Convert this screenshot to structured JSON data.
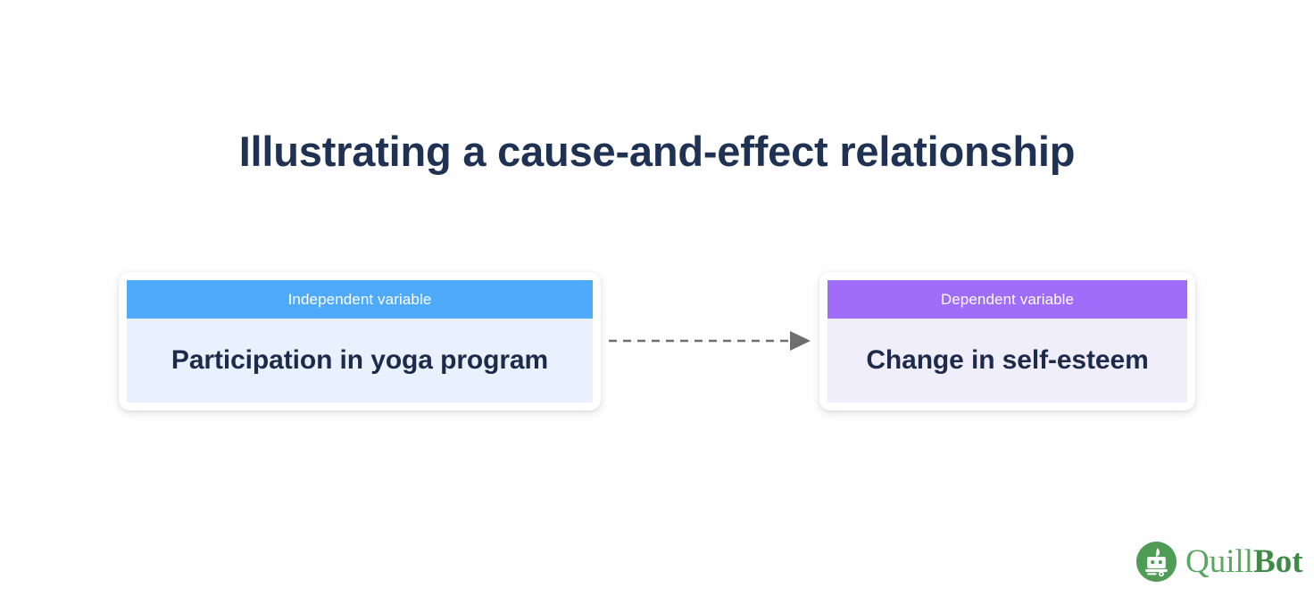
{
  "page": {
    "background": "#ffffff",
    "title": "Illustrating a cause-and-effect relationship",
    "title_color": "#1f3254"
  },
  "diagram": {
    "type": "cause-and-effect",
    "nodes": [
      {
        "id": "independent",
        "header": "Independent variable",
        "body": "Participation in yoga program",
        "header_color": "#4faafc",
        "body_color": "#e8f1fd",
        "text_color": "#1d2b4a"
      },
      {
        "id": "dependent",
        "header": "Dependent variable",
        "body": "Change in self-esteem",
        "header_color": "#a06cfa",
        "body_color": "#f0eefa",
        "text_color": "#1d2b4a"
      }
    ],
    "connector": {
      "from": "independent",
      "to": "dependent",
      "style": "dashed",
      "direction": "right",
      "color": "#6e6e6e",
      "label": ""
    }
  },
  "branding": {
    "logo_icon": "quillbot-robot-icon",
    "name_part1": "Quill",
    "name_part2": "Bot",
    "color_light": "#5aa85f",
    "color_dark": "#3f8a47"
  }
}
